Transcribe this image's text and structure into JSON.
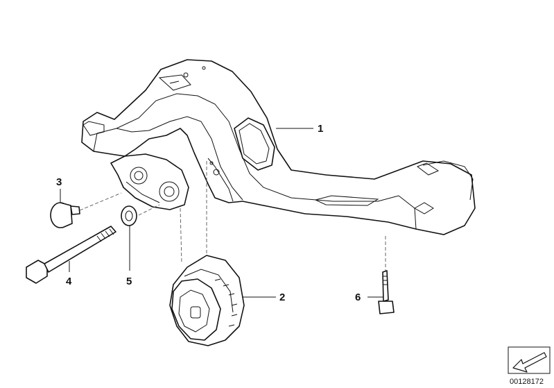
{
  "callouts": [
    {
      "id": "1",
      "label": "1"
    },
    {
      "id": "2",
      "label": "2"
    },
    {
      "id": "3",
      "label": "3"
    },
    {
      "id": "4",
      "label": "4"
    },
    {
      "id": "5",
      "label": "5"
    },
    {
      "id": "6",
      "label": "6"
    }
  ],
  "reference_number": "00128172",
  "colors": {
    "line": "#111111",
    "background": "#ffffff"
  }
}
